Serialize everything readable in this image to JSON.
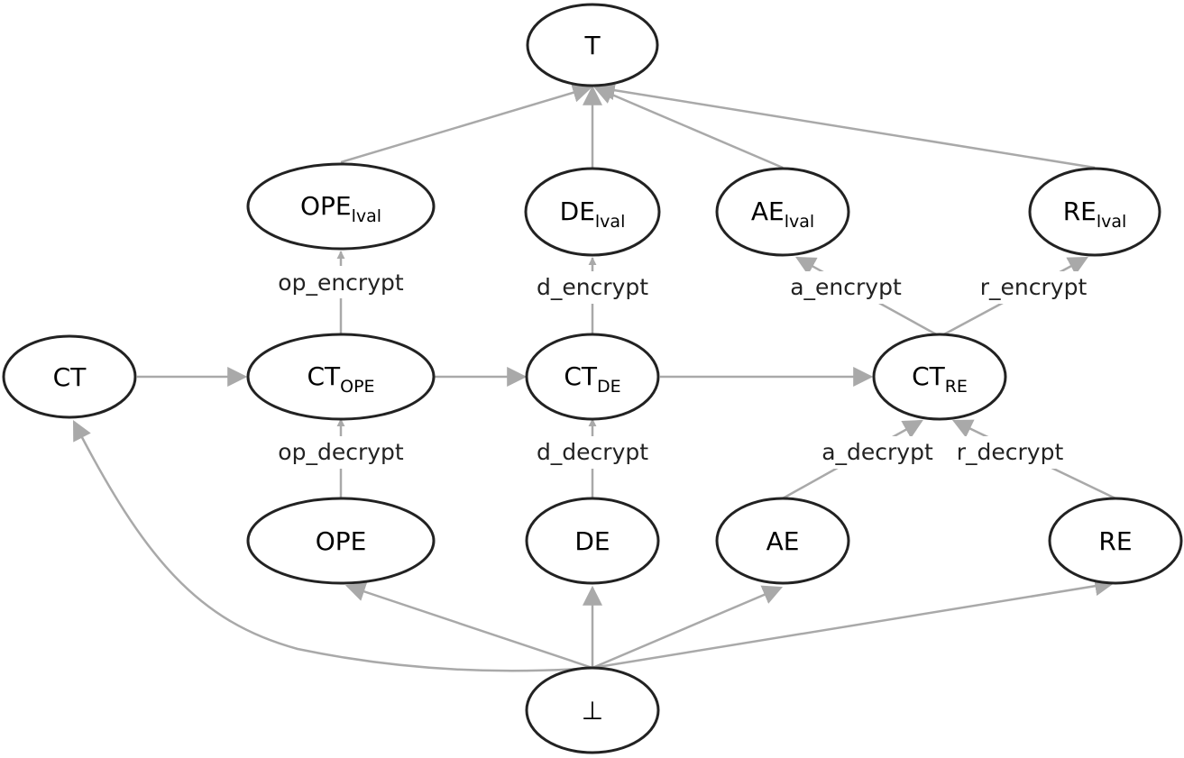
{
  "nodes": {
    "top": {
      "main": "T",
      "sub": ""
    },
    "ope_lval": {
      "main": "OPE",
      "sub": "lval"
    },
    "de_lval": {
      "main": "DE",
      "sub": "lval"
    },
    "ae_lval": {
      "main": "AE",
      "sub": "lval"
    },
    "re_lval": {
      "main": "RE",
      "sub": "lval"
    },
    "ct": {
      "main": "CT",
      "sub": ""
    },
    "ct_ope": {
      "main": "CT",
      "sub": "OPE"
    },
    "ct_de": {
      "main": "CT",
      "sub": "DE"
    },
    "ct_re": {
      "main": "CT",
      "sub": "RE"
    },
    "ope": {
      "main": "OPE",
      "sub": ""
    },
    "de": {
      "main": "DE",
      "sub": ""
    },
    "ae": {
      "main": "AE",
      "sub": ""
    },
    "re": {
      "main": "RE",
      "sub": ""
    },
    "bottom": {
      "main": "⊥",
      "sub": ""
    }
  },
  "edge_labels": {
    "op_encrypt": "op_encrypt",
    "d_encrypt": "d_encrypt",
    "a_encrypt": "a_encrypt",
    "r_encrypt": "r_encrypt",
    "op_decrypt": "op_decrypt",
    "d_decrypt": "d_decrypt",
    "a_decrypt": "a_decrypt",
    "r_decrypt": "r_decrypt"
  },
  "colors": {
    "edge": "#a9a9a9",
    "node_border": "#222222"
  }
}
